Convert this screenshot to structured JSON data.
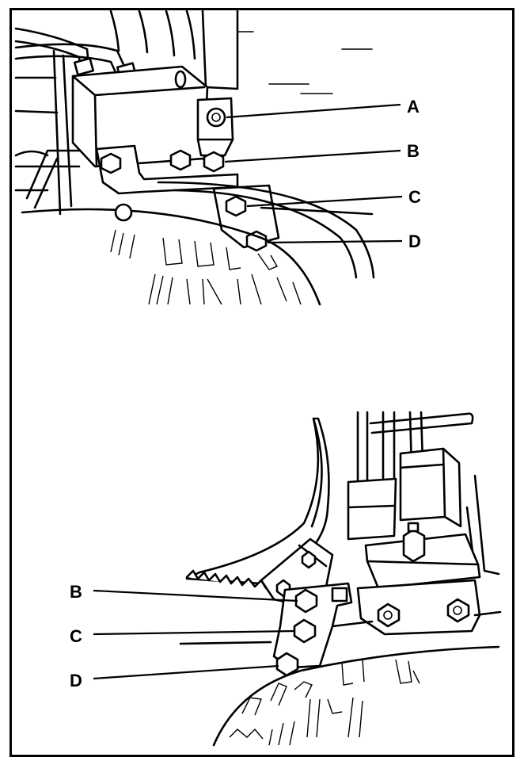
{
  "figure": {
    "top_labels": [
      "A",
      "B",
      "C",
      "D"
    ],
    "bottom_labels": [
      "B",
      "C",
      "D"
    ]
  }
}
